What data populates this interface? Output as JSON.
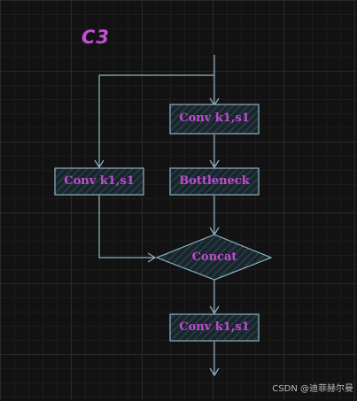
{
  "diagram": {
    "title": "C3",
    "nodes": {
      "conv_top": "Conv k1,s1",
      "conv_left": "Conv k1,s1",
      "bottleneck": "Bottleneck",
      "concat": "Concat",
      "conv_bottom": "Conv k1,s1"
    },
    "colors": {
      "edge": "#8fb2c4",
      "box_fill": "#1f2f36",
      "label": "#c14bd3"
    }
  },
  "watermark": "CSDN @迪菲赫尔曼"
}
